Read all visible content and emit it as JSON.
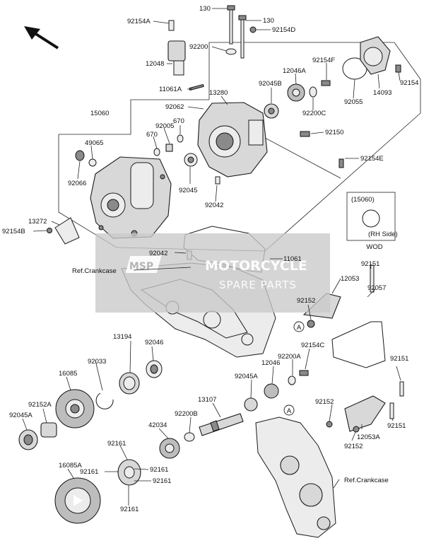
{
  "parts": {
    "p130a": "130",
    "p130b": "130",
    "p92154a": "92154A",
    "p92154d": "92154D",
    "p92200": "92200",
    "p12048": "12048",
    "p11061a": "11061A",
    "p92062": "92062",
    "p13280": "13280",
    "p15060": "15060",
    "p670a": "670",
    "p670b": "670",
    "p92005": "92005",
    "p49065": "49065",
    "p92066": "92066",
    "p92045": "92045",
    "p92042a": "92042",
    "p13272": "13272",
    "p92154b": "92154B",
    "p92042b": "92042",
    "p11061": "11061",
    "p92154f": "92154F",
    "p12046a": "12046A",
    "p92045b": "92045B",
    "p92200c": "92200C",
    "p92055": "92055",
    "p14093": "14093",
    "p92154": "92154",
    "p92150": "92150",
    "p92154e": "92154E",
    "p92151a": "92151",
    "p12053": "12053",
    "p92152a": "92152",
    "p92057": "92057",
    "p92154c": "92154C",
    "p92200a": "92200A",
    "p12046": "12046",
    "p92045a_mid": "92045A",
    "p13107": "13107",
    "p92200b": "92200B",
    "p42034": "42034",
    "p92161a": "92161",
    "p92161b": "92161",
    "p92161c": "92161",
    "p92161d": "92161",
    "p92161e": "92161",
    "p16085": "16085",
    "p92033": "92033",
    "p13194": "13194",
    "p92046": "92046",
    "p92152a_left": "92152A",
    "p92045a_left": "92045A",
    "p16085a": "16085A",
    "p92152b": "92152",
    "p92152c": "92152",
    "p92151b": "92151",
    "p92151c": "92151",
    "p12053a": "12053A"
  },
  "refs": {
    "crankcase_upper": "Ref.Crankcase",
    "crankcase_lower": "Ref.Crankcase"
  },
  "inset": {
    "code": "(15060)",
    "side": "(RH Side)",
    "tag": "WOD"
  },
  "markers": {
    "a1": "A",
    "a2": "A"
  },
  "watermark": {
    "title": "MOTORCYCLE",
    "subtitle": "SPARE PARTS",
    "logo": "MSP"
  },
  "icons": {
    "direction": "front-direction-arrow-icon"
  }
}
